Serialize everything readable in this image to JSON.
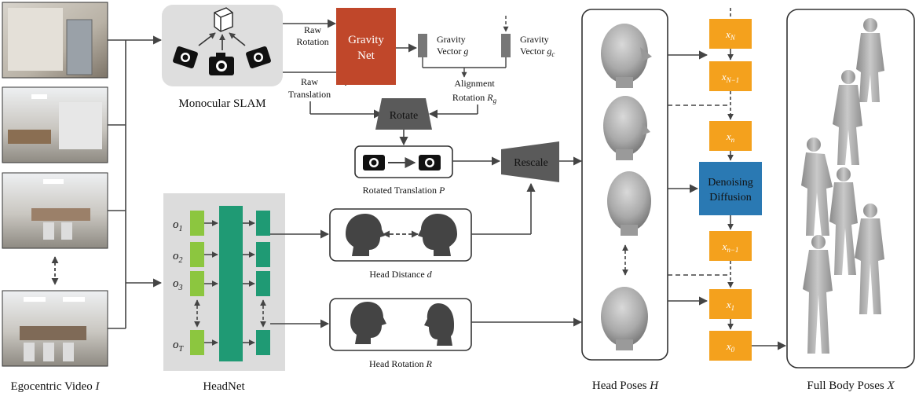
{
  "labels": {
    "egocentric_video": "Egocentric Video",
    "egocentric_video_sym": "I",
    "monocular_slam": "Monocular SLAM",
    "raw_rotation_1": "Raw",
    "raw_rotation_2": "Rotation",
    "raw_translation_1": "Raw",
    "raw_translation_2": "Translation",
    "gravity_net_1": "Gravity",
    "gravity_net_2": "Net",
    "gravity_vector_1": "Gravity",
    "gravity_vector_2": "Vector",
    "gravity_vector_sym": "g",
    "gravity_vector_c_1": "Gravity",
    "gravity_vector_c_2": "Vector",
    "gravity_vector_c_sym": "g",
    "gravity_vector_c_sub": "c",
    "alignment_1": "Alignment",
    "alignment_2": "Rotation",
    "alignment_sym": "R",
    "alignment_sub": "g",
    "rotate": "Rotate",
    "rotated_translation": "Rotated Translation",
    "rotated_translation_sym": "P",
    "rescale": "Rescale",
    "headnet": "HeadNet",
    "head_distance": "Head Distance",
    "head_distance_sym": "d",
    "head_rotation": "Head Rotation",
    "head_rotation_sym": "R",
    "head_poses": "Head Poses",
    "head_poses_sym": "H",
    "denoising_1": "Denoising",
    "denoising_2": "Diffusion",
    "full_body": "Full Body Poses",
    "full_body_sym": "X"
  },
  "headnet_inputs": [
    {
      "sym": "o",
      "sub": "1"
    },
    {
      "sym": "o",
      "sub": "2"
    },
    {
      "sym": "o",
      "sub": "3"
    },
    {
      "sym": "o",
      "sub": "T"
    }
  ],
  "diffusion_states": [
    {
      "sym": "x",
      "sub": "N"
    },
    {
      "sym": "x",
      "sub": "N−1"
    },
    {
      "sym": "x",
      "sub": "n"
    },
    {
      "sym": "x",
      "sub": "n−1"
    },
    {
      "sym": "x",
      "sub": "1"
    },
    {
      "sym": "x",
      "sub": "0"
    }
  ],
  "colors": {
    "gravity_net": "#c0472a",
    "denoise": "#2a79b3",
    "xbox": "#f4a11d",
    "headnet_light": "#8cc63f",
    "headnet_dark": "#1f9a74",
    "headnet_bg": "#dcdcdc",
    "gray_block": "#5a5a5a",
    "arrow": "#444444"
  }
}
